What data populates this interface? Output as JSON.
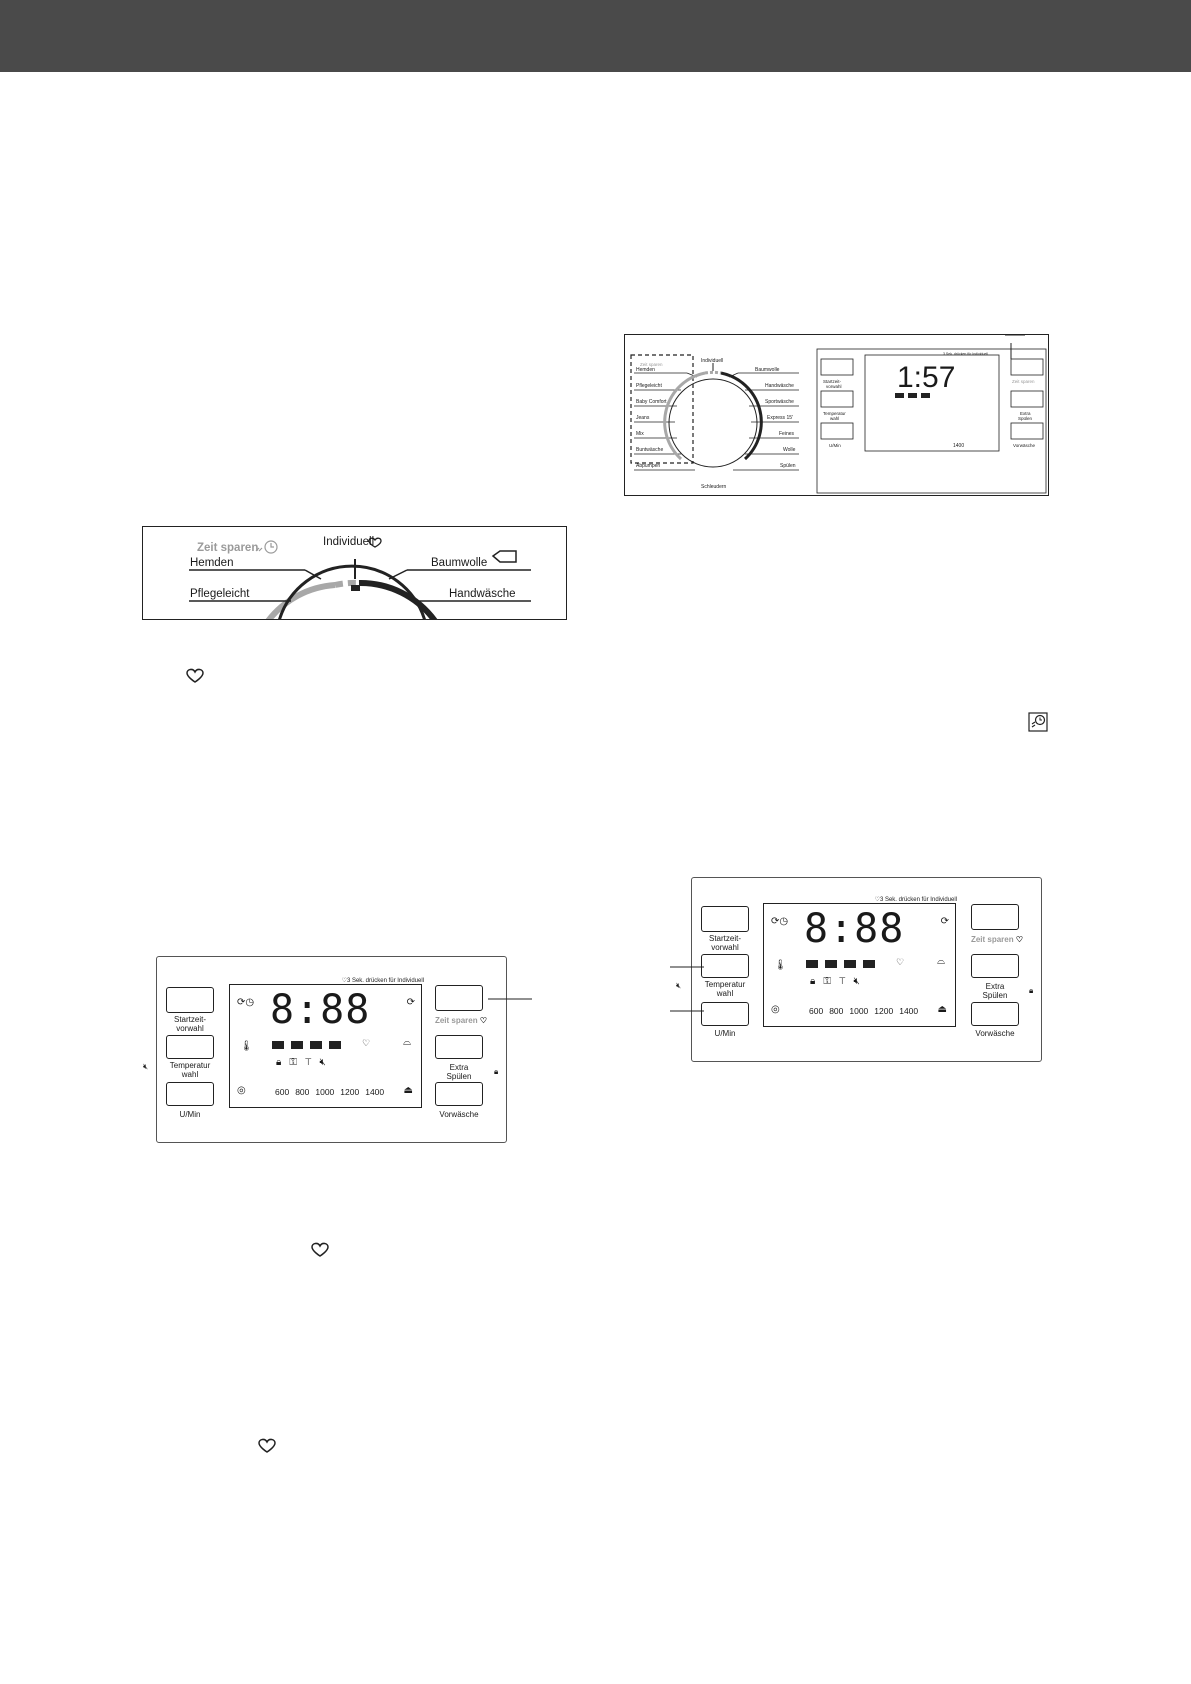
{
  "dial_crop": {
    "zeit_sparen": "Zeit sparen",
    "individuell": "Individuell",
    "baumwolle": "Baumwolle",
    "hemden": "Hemden",
    "pflegeleicht": "Pflegeleicht",
    "handwaesche": "Handwäsche"
  },
  "panel": {
    "hint": "3 Sek. drücken für Individuell",
    "display": "8:88",
    "left_buttons": [
      "Startzeit-\nvorwahl",
      "Temperatur\nwahl",
      "U/Min"
    ],
    "right_buttons": [
      "",
      "Extra\nSpülen",
      "Vorwäsche"
    ],
    "zeit_sparen": "Zeit sparen",
    "speeds": [
      "600",
      "800",
      "1000",
      "1200",
      "1400"
    ]
  },
  "full_panel": {
    "programs_left": [
      "Zeit sparen",
      "Hemden",
      "Pflegeleicht",
      "Baby Comfort",
      "Jeans",
      "Mix",
      "Buntwäsche",
      "Abpumpen"
    ],
    "programs_right": [
      "Baumwolle",
      "Handwäsche",
      "Sportwäsche",
      "Express 15'",
      "Feines",
      "Wolle",
      "Spülen"
    ],
    "individuell": "Individuell",
    "schleudern": "Schleudern",
    "hint": "3 Sek. drücken für Individuell",
    "display": "1:57",
    "speed": "1400",
    "left_buttons": [
      "Startzeit-\nvorwahl",
      "Temperatur\nwahl",
      "U/Min"
    ],
    "right_buttons": [
      "Zeit sparen",
      "Extra\nSpülen",
      "Vorwäsche"
    ]
  },
  "icons": [
    "heart-icon",
    "clock-arrow-icon",
    "shirt-icon",
    "lock-icon",
    "mute-icon",
    "thermometer-icon",
    "spin-icon"
  ]
}
